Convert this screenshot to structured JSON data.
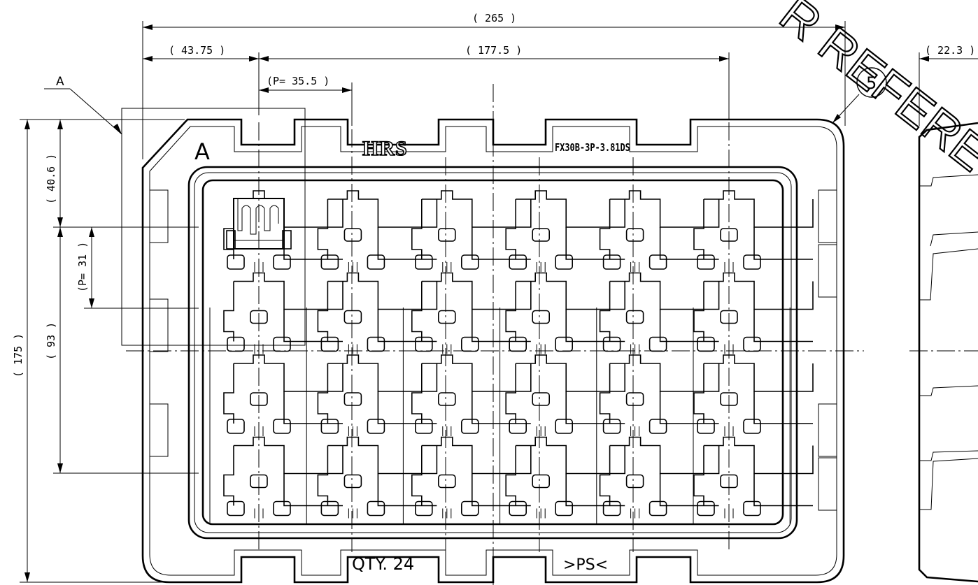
{
  "drawing": {
    "dimensions": {
      "overall_width": "( 265 )",
      "first_offset": "( 43.75 )",
      "span": "( 177.5 )",
      "pitch_x": "(P= 35.5 )",
      "side_depth": "( 22.3 )",
      "overall_height": "( 175 )",
      "top_offset": "( 40.6 )",
      "pitch_y": "(P= 31 )",
      "rows_span": "( 93 )"
    },
    "labels": {
      "detail_callout": "A",
      "corner_mark": "A",
      "logo": "HRS",
      "part_number": "FX30B-3P-3.81DS",
      "quantity": "QTY. 24",
      "material_mark": ">PS<",
      "balloon": "5",
      "watermark": "R REFERE"
    },
    "tray": {
      "columns": 6,
      "rows": 4,
      "quantity": 24
    }
  }
}
